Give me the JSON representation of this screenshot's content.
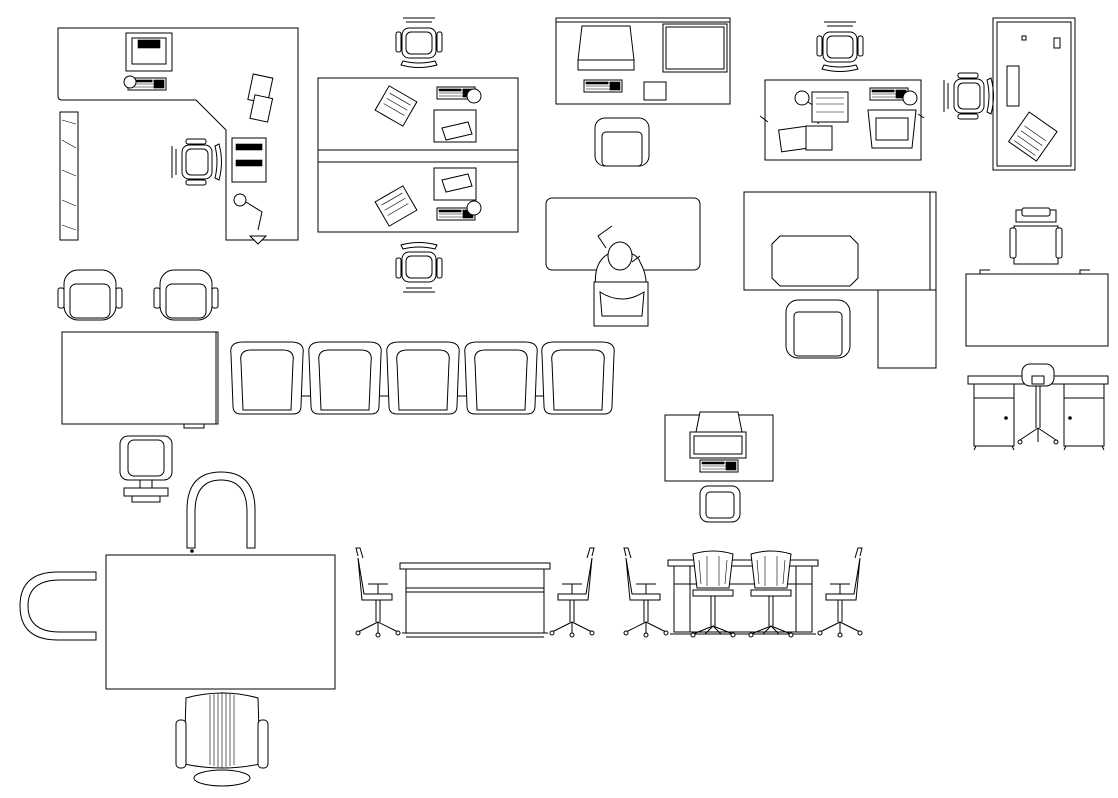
{
  "title": "",
  "drawing": {
    "kind": "office furniture CAD blocks (plan and elevation views)",
    "line_color": "#000000",
    "background": "#ffffff",
    "blocks": [
      "l-shaped-workstation",
      "double-facing-computer-desks",
      "desk-with-monitor-and-chair",
      "desk-with-computer-chair",
      "side-table-with-laptop",
      "seated-person-at-desk",
      "executive-desk-with-return",
      "elevation-desk-with-chair",
      "table-with-two-chairs",
      "row-of-lounge-chairs",
      "small-computer-desk",
      "conference-table-with-chairs",
      "side-elevation-desk",
      "front-elevation-desk-with-chairs"
    ]
  }
}
